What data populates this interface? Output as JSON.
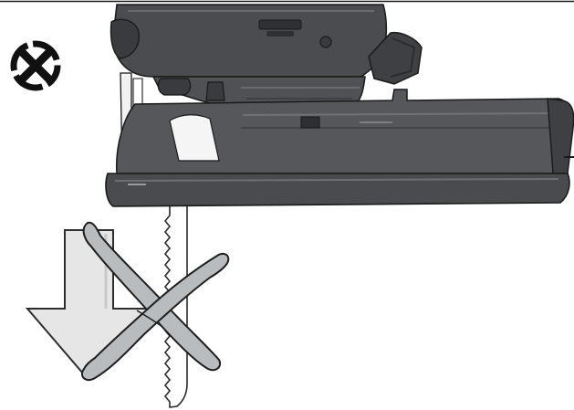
{
  "figure": {
    "status_symbol": "prohibited-x-in-circle-icon",
    "tool": "jigsaw-side-view",
    "accessory": "blade-with-crossed-out-hands",
    "direction": "downward-arrow",
    "colors": {
      "tool_body": "#4a4b4e",
      "tool_dark": "#333437",
      "tool_light": "#6b6c70",
      "blade": "#ffffff",
      "outline": "#1a1a1a",
      "arrow_fill": "#e6e6e6",
      "arrow_stroke": "#2e2e2e",
      "strap_fill": "#b9bcbf",
      "strap_stroke": "#1e1e1e"
    }
  }
}
